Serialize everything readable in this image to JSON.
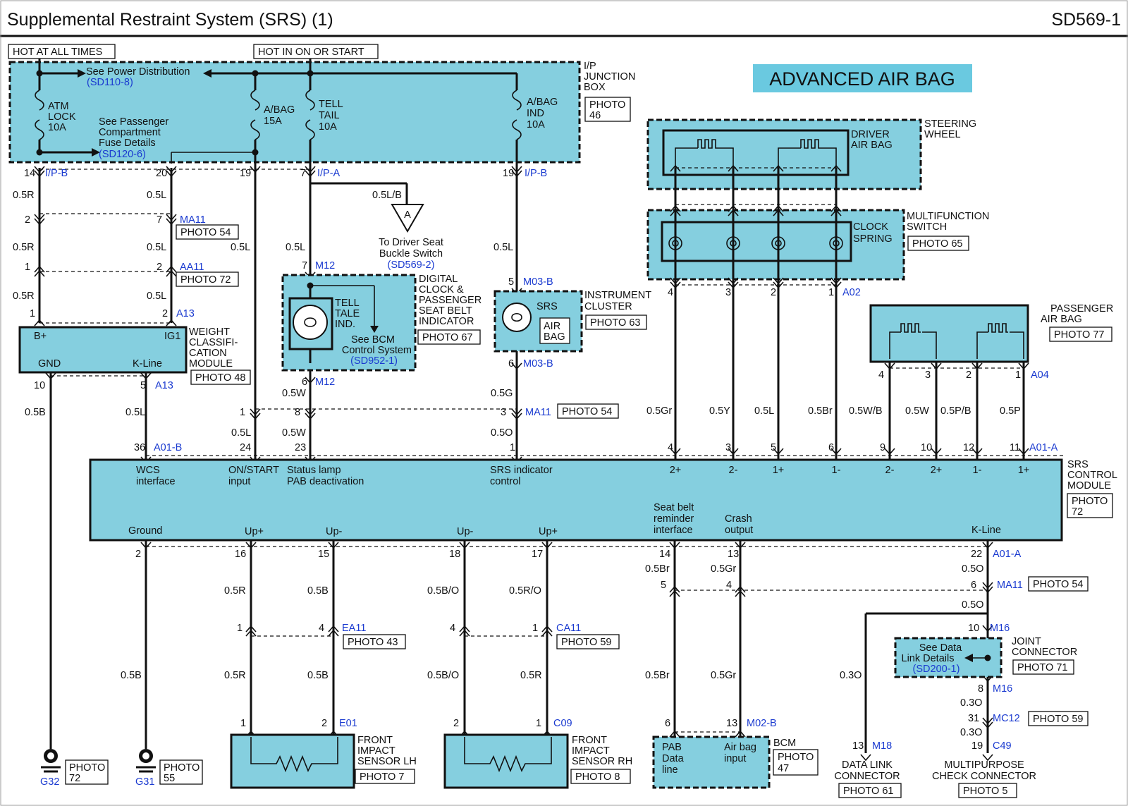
{
  "title": "Supplemental Restraint System (SRS) (1)",
  "page_code": "SD569-1",
  "banner": "ADVANCED AIR BAG",
  "power": {
    "hot_at_all_times": "HOT AT ALL TIMES",
    "hot_in_on_or_start": "HOT IN ON OR START",
    "see_power_distribution": "See Power Distribution",
    "power_distribution_ref": "(SD110-8)",
    "passenger_details": [
      "See Passenger",
      "Compartment",
      "Fuse Details"
    ],
    "passenger_ref": "(SD120-6)",
    "junction_box": [
      "I/P",
      "JUNCTION",
      "BOX"
    ],
    "junction_photo": [
      "PHOTO",
      "46"
    ],
    "fuses": {
      "atm": [
        "ATM",
        "LOCK",
        "10A"
      ],
      "abag": [
        "A/BAG",
        "15A"
      ],
      "tell": [
        "TELL",
        "TAIL",
        "10A"
      ],
      "abag_ind": [
        "A/BAG",
        "IND",
        "10A"
      ]
    }
  },
  "connectors": {
    "ipb": "I/P-B",
    "ipa": "I/P-A",
    "ma11": "MA11",
    "aa11": "AA11",
    "a13": "A13",
    "m12": "M12",
    "m03b": "M03-B",
    "a01b": "A01-B",
    "a01a": "A01-A",
    "a02": "A02",
    "a04": "A04",
    "ea11": "EA11",
    "ca11": "CA11",
    "e01": "E01",
    "c09": "C09",
    "m02b": "M02-B",
    "m16": "M16",
    "mc12": "MC12",
    "c49": "C49",
    "m18": "M18",
    "g32": "G32",
    "g31": "G31"
  },
  "pins": {
    "p14": "14",
    "p20": "20",
    "p19a": "19",
    "p7": "7",
    "p19b": "19",
    "p2a": "2",
    "p7b": "7",
    "p1a": "1",
    "p2b": "2",
    "p1b": "1",
    "p2c": "2",
    "p10": "10",
    "p5": "5",
    "p36": "36",
    "p24": "24",
    "p23": "23",
    "p1c": "1",
    "m12_7": "7",
    "m12_6": "6",
    "m03_5": "5",
    "m03_6": "6",
    "ma_1": "1",
    "ma_8": "8",
    "ma_3": "3",
    "a02_4": "4",
    "a02_3": "3",
    "a02_2": "2",
    "a02_1": "1",
    "a04_4": "4",
    "a04_3": "3",
    "a04_2": "2",
    "a04_1": "1",
    "srs_4": "4",
    "srs_3": "3",
    "srs_5": "5",
    "srs_6": "6",
    "srs_9": "9",
    "srs_10": "10",
    "srs_12": "12",
    "srs_11": "11",
    "b_2": "2",
    "b_16": "16",
    "b_15": "15",
    "b_18": "18",
    "b_17": "17",
    "b_14": "14",
    "b_13": "13",
    "b_22": "22",
    "ea_1": "1",
    "ea_4": "4",
    "ca_4": "4",
    "ca_1": "1",
    "e01_1": "1",
    "e01_2": "2",
    "c09_2": "2",
    "c09_1": "1",
    "bcm_5": "5",
    "bcm_4": "4",
    "bcm_6": "6",
    "bcm_13": "13",
    "ma_6": "6",
    "m16_10": "10",
    "m16_8": "8",
    "mc_31": "31",
    "c49_19": "19",
    "m18_13": "13"
  },
  "wires": {
    "w1": "0.5R",
    "w2": "0.5L",
    "w3": "0.5R",
    "w4": "0.5L",
    "w5": "0.5L",
    "w6": "0.5R",
    "w7": "0.5L",
    "w8": "0.5B",
    "w9": "0.5L",
    "w10": "0.5L",
    "w11": "0.5W",
    "w12": "0.5W",
    "w13": "0.5L/B",
    "w14": "0.5L",
    "w15": "0.5L",
    "w16": "0.5G",
    "w17": "0.5O",
    "w18": "0.5Gr",
    "w19": "0.5Y",
    "w20": "0.5L",
    "w21": "0.5Br",
    "w22": "0.5W/B",
    "w23": "0.5W",
    "w24": "0.5P/B",
    "w25": "0.5P",
    "w26": "0.5B",
    "w27": "0.5R",
    "w28": "0.5B",
    "w29": "0.5B/O",
    "w30": "0.5R/O",
    "w31": "0.5R",
    "w32": "0.5B",
    "w33": "0.5B/O",
    "w34": "0.5R",
    "w35": "0.5Br",
    "w36": "0.5Gr",
    "w37": "0.5Br",
    "w38": "0.5Gr",
    "w39": "0.5O",
    "w40": "0.5O",
    "w41": "0.3O",
    "w42": "0.3O",
    "w43": "0.3O"
  },
  "components": {
    "wcm": {
      "bplus": "B+",
      "ig1": "IG1",
      "gnd": "GND",
      "kline": "K-Line",
      "name": [
        "WEIGHT",
        "CLASSIFI-",
        "CATION",
        "MODULE"
      ],
      "photo": "PHOTO 48"
    },
    "digital_clock": {
      "lamp": [
        "TELL",
        "TALE",
        "IND."
      ],
      "see": [
        "See BCM",
        "Control System"
      ],
      "ref": "(SD952-1)",
      "name": [
        "DIGITAL",
        "CLOCK &",
        "PASSENGER",
        "SEAT BELT",
        "INDICATOR"
      ],
      "photo": "PHOTO 67"
    },
    "cluster": {
      "srs": "SRS",
      "lamp": [
        "AIR",
        "BAG"
      ],
      "name": [
        "INSTRUMENT",
        "CLUSTER"
      ],
      "photo": "PHOTO 63"
    },
    "driver_seat": {
      "label": "A",
      "text": [
        "To Driver Seat",
        "Buckle Switch"
      ],
      "ref": "(SD569-2)"
    },
    "steering": {
      "driver_airbag": [
        "DRIVER",
        "AIR BAG"
      ],
      "name": [
        "STEERING",
        "WHEEL"
      ]
    },
    "clock_spring": {
      "label": [
        "CLOCK",
        "SPRING"
      ],
      "name": [
        "MULTIFUNCTION",
        "SWITCH"
      ],
      "photo": "PHOTO 65"
    },
    "passenger_airbag": {
      "name": [
        "PASSENGER",
        "AIR BAG"
      ],
      "photo": "PHOTO 77"
    },
    "srs_module": {
      "top_labels": {
        "wcs": [
          "WCS",
          "interface"
        ],
        "onstart": [
          "ON/START",
          "input"
        ],
        "status": [
          "Status lamp",
          "PAB deactivation"
        ],
        "srs_ind": [
          "SRS indicator",
          "control"
        ]
      },
      "pin_labels": [
        "2+",
        "2-",
        "1+",
        "1-",
        "2-",
        "2+",
        "1-",
        "1+"
      ],
      "bottom_labels": {
        "ground": "Ground",
        "up1": "Up+",
        "up2": "Up-",
        "up3": "Up-",
        "up4": "Up+",
        "seatbelt": [
          "Seat belt",
          "reminder",
          "interface"
        ],
        "crash": [
          "Crash",
          "output"
        ],
        "kline": "K-Line"
      },
      "name": [
        "SRS",
        "CONTROL",
        "MODULE"
      ],
      "photo": [
        "PHOTO",
        "72"
      ]
    },
    "fis_lh": {
      "name": [
        "FRONT",
        "IMPACT",
        "SENSOR LH"
      ],
      "photo": "PHOTO 7"
    },
    "fis_rh": {
      "name": [
        "FRONT",
        "IMPACT",
        "SENSOR RH"
      ],
      "photo": "PHOTO 8"
    },
    "bcm": {
      "left": [
        "PAB",
        "Data",
        "line"
      ],
      "right": [
        "Air bag",
        "input"
      ],
      "name": "BCM",
      "photo": [
        "PHOTO",
        "47"
      ]
    },
    "joint": {
      "text": [
        "See Data",
        "Link Details"
      ],
      "ref": "(SD200-1)",
      "name": [
        "JOINT",
        "CONNECTOR"
      ],
      "photo": "PHOTO 71"
    },
    "dlc": {
      "name": [
        "DATA LINK",
        "CONNECTOR"
      ],
      "photo": "PHOTO 61"
    },
    "mcc": {
      "name": [
        "MULTIPURPOSE",
        "CHECK CONNECTOR"
      ],
      "photo": "PHOTO 5"
    }
  },
  "photos": {
    "ma11_a": "PHOTO 54",
    "aa11": "PHOTO 72",
    "ma11_b": "PHOTO 54",
    "ea11": "PHOTO 43",
    "ca11": "PHOTO 59",
    "ma11_c": "PHOTO 54",
    "mc12": "PHOTO 59",
    "g32": [
      "PHOTO",
      "72"
    ],
    "g31": [
      "PHOTO",
      "55"
    ]
  }
}
